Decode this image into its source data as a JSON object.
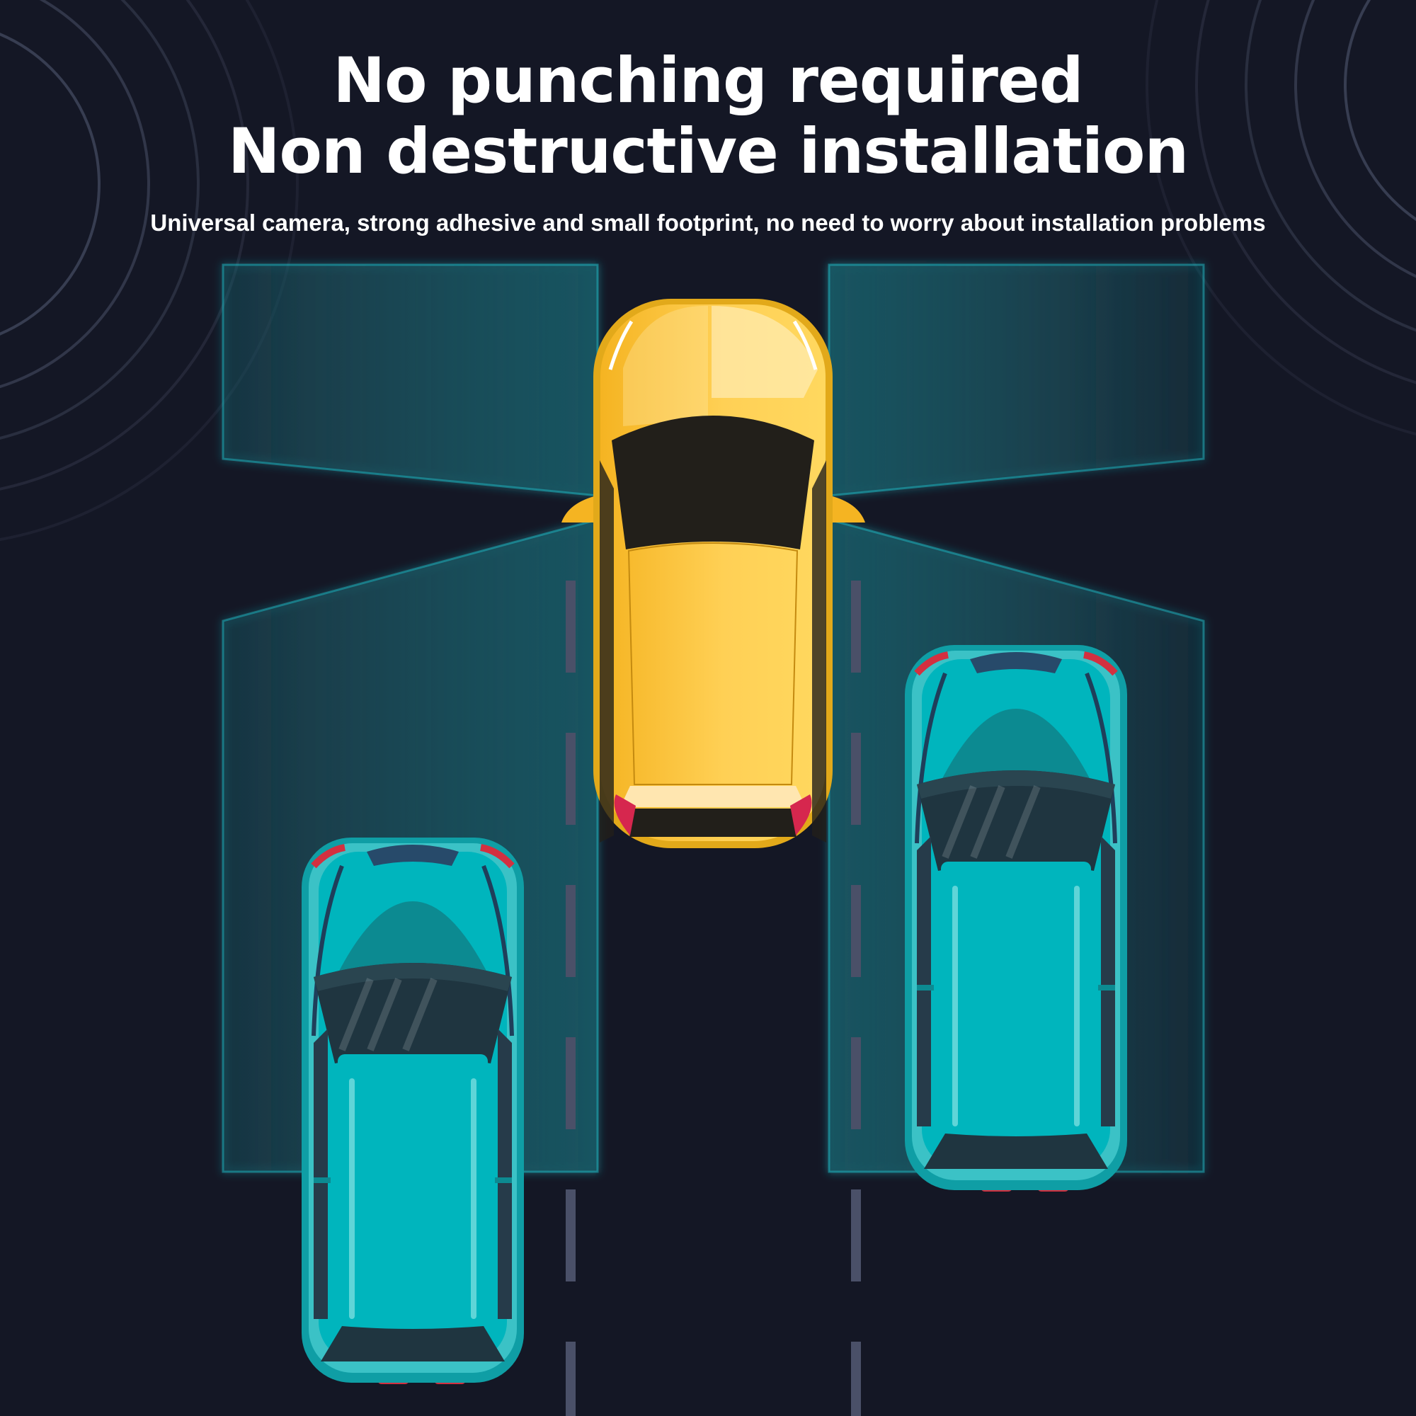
{
  "headline": {
    "line1": "No punching required",
    "line2": "Non destructive installation"
  },
  "subtitle": "Universal camera, strong adhesive and small footprint, no need to worry about installation problems",
  "colors": {
    "background": "#141725",
    "detection_zone": "#1a5a66",
    "zone_edge": "#1ec8d2",
    "ego_car": "#ffc83a",
    "other_cars": "#00b5bd",
    "lane_marking": "#4a5068",
    "text": "#ffffff"
  },
  "icons": [
    "radar-wave-icon",
    "yellow-car-icon",
    "teal-car-icon"
  ]
}
